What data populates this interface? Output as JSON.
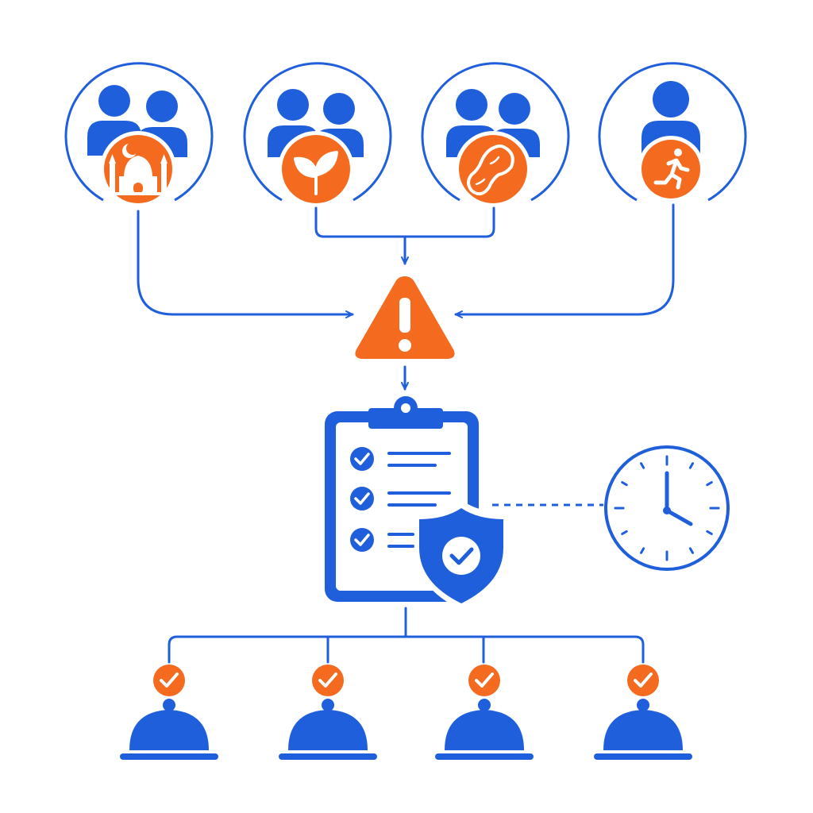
{
  "colors": {
    "primary": "#1f5fdc",
    "accent": "#f46a1f",
    "background": "#ffffff"
  },
  "groups": [
    {
      "id": "religious",
      "people": "two-people-icon",
      "badge": "mosque-icon"
    },
    {
      "id": "vegan",
      "people": "two-people-icon",
      "badge": "leaf-icon"
    },
    {
      "id": "allergy",
      "people": "two-people-icon",
      "badge": "peanut-icon"
    },
    {
      "id": "activity",
      "people": "person-icon",
      "badge": "running-person-icon"
    }
  ],
  "center": {
    "alert": "warning-icon",
    "checklist": "clipboard-checklist-icon",
    "checklist_items": 3,
    "verification": "shield-check-icon",
    "timing": "clock-icon"
  },
  "outputs": [
    {
      "id": "meal-1",
      "status": "check-icon",
      "item": "serving-cloche-icon"
    },
    {
      "id": "meal-2",
      "status": "check-icon",
      "item": "serving-cloche-icon"
    },
    {
      "id": "meal-3",
      "status": "check-icon",
      "item": "serving-cloche-icon"
    },
    {
      "id": "meal-4",
      "status": "check-icon",
      "item": "serving-cloche-icon"
    }
  ]
}
